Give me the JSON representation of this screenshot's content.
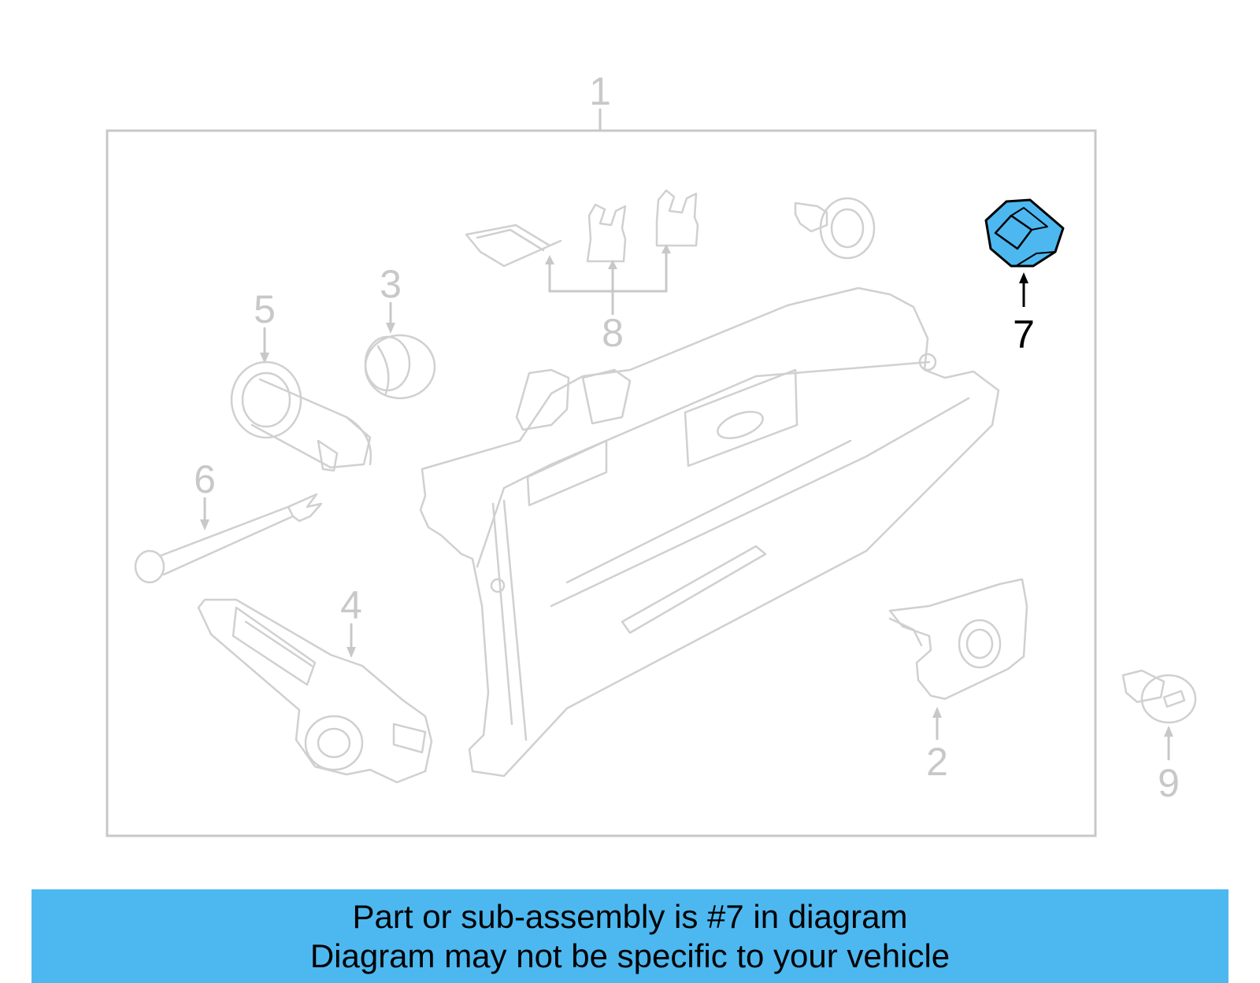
{
  "diagram": {
    "callouts": {
      "c1": "1",
      "c2": "2",
      "c3": "3",
      "c4": "4",
      "c5": "5",
      "c6": "6",
      "c7": "7",
      "c8": "8",
      "c9": "9"
    },
    "highlighted_part": "7",
    "colors": {
      "highlight_fill": "#4db8f0",
      "highlight_stroke": "#000000",
      "part_stroke": "#d0d0d0",
      "callout_gray": "#c8c8c8",
      "frame_stroke": "#c8c8c8"
    }
  },
  "banner": {
    "line1": "Part or sub-assembly is #7 in diagram",
    "line2": "Diagram may not be specific to your vehicle",
    "background": "#4db8f0"
  }
}
